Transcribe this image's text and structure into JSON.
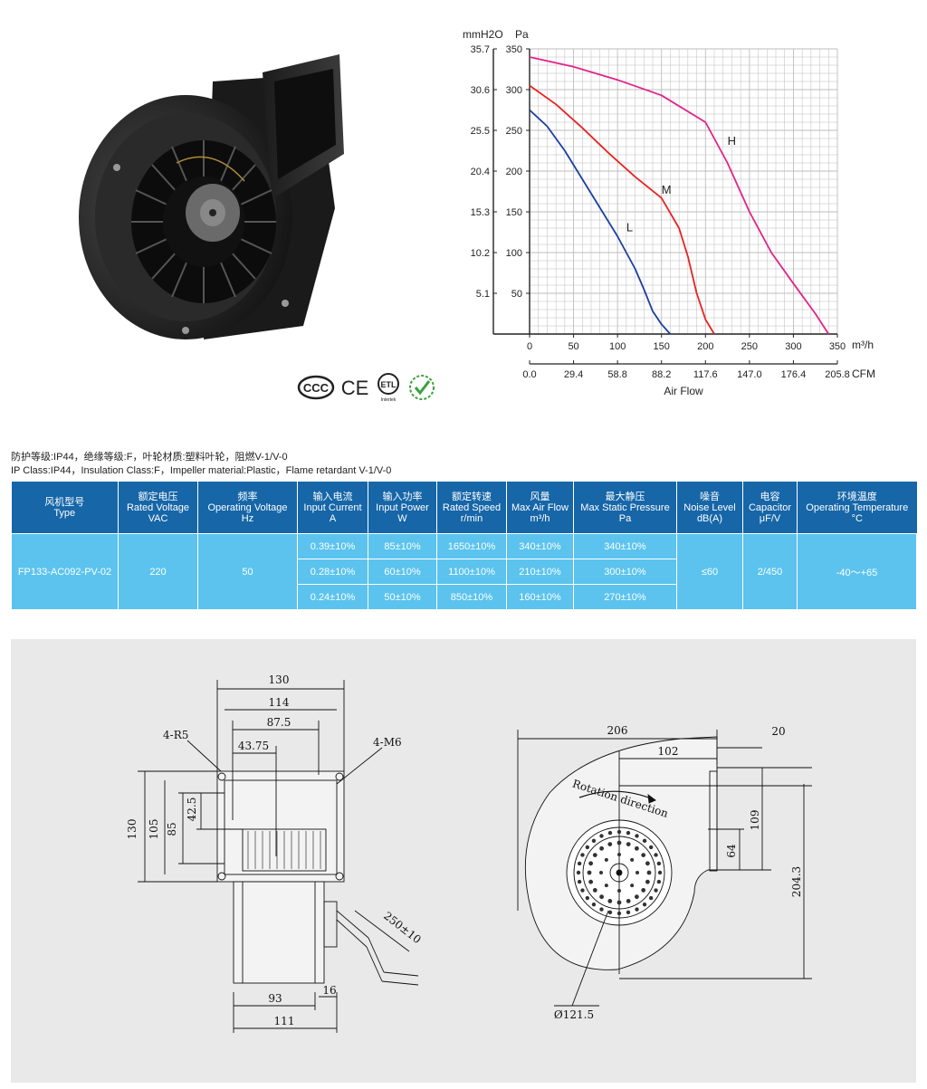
{
  "certifications": [
    "ccc-mark",
    "ce-mark",
    "etl-mark",
    "eco-check-mark"
  ],
  "certification_text": {
    "ce": "CE",
    "etl": "ETL",
    "etl_sub": "Intertek"
  },
  "chart_data": {
    "type": "line",
    "x": [
      0,
      25,
      50,
      75,
      100,
      125,
      150,
      175,
      200,
      225,
      250,
      275,
      300,
      325,
      340
    ],
    "series": [
      {
        "name": "H",
        "x": [
          0,
          50,
          100,
          150,
          200,
          225,
          250,
          275,
          300,
          325,
          340
        ],
        "values": [
          340,
          328,
          312,
          293,
          260,
          210,
          150,
          100,
          62,
          25,
          0
        ],
        "color": "#e0248a"
      },
      {
        "name": "M",
        "x": [
          0,
          30,
          60,
          90,
          120,
          150,
          170,
          180,
          190,
          200,
          210
        ],
        "values": [
          305,
          282,
          253,
          222,
          193,
          167,
          130,
          95,
          50,
          18,
          0
        ],
        "color": "#e8231f"
      },
      {
        "name": "L",
        "x": [
          0,
          20,
          40,
          60,
          80,
          100,
          120,
          130,
          140,
          150,
          160
        ],
        "values": [
          275,
          255,
          225,
          190,
          155,
          120,
          80,
          55,
          28,
          12,
          0
        ],
        "color": "#1b3fa0"
      }
    ],
    "y_left_unit": "mmH2O",
    "y_left_ticks": [
      "5.1",
      "10.2",
      "15.3",
      "20.4",
      "25.5",
      "30.6",
      "35.7"
    ],
    "y_right_unit": "Pa",
    "y_right_ticks": [
      "50",
      "100",
      "150",
      "200",
      "250",
      "300",
      "350"
    ],
    "x_unit": "m³/h",
    "x_ticks": [
      "0",
      "50",
      "100",
      "150",
      "200",
      "250",
      "300",
      "350"
    ],
    "x2_unit": "CFM",
    "x2_ticks": [
      "0.0",
      "29.4",
      "58.8",
      "88.2",
      "117.6",
      "147.0",
      "176.4",
      "205.8"
    ],
    "xlabel": "Air Flow",
    "xlim": [
      0,
      350
    ],
    "ylim": [
      0,
      350
    ],
    "grid": true
  },
  "notes": {
    "line_cn": "防护等级:IP44，绝缘等级:F，叶轮材质:塑料叶轮，阻燃V-1/V-0",
    "line_en": "IP Class:IP44，Insulation Class:F，Impeller material:Plastic，Flame retardant V-1/V-0"
  },
  "table": {
    "headers": [
      {
        "cn": "风机型号",
        "en": "Type",
        "unit": ""
      },
      {
        "cn": "额定电压",
        "en": "Rated Voltage",
        "unit": "VAC"
      },
      {
        "cn": "频率",
        "en": "Operating Voltage",
        "unit": "Hz"
      },
      {
        "cn": "输入电流",
        "en": "Input Current",
        "unit": "A"
      },
      {
        "cn": "输入功率",
        "en": "Input Power",
        "unit": "W"
      },
      {
        "cn": "额定转速",
        "en": "Rated Speed",
        "unit": "r/min"
      },
      {
        "cn": "风量",
        "en": "Max Air Flow",
        "unit": "m³/h"
      },
      {
        "cn": "最大静压",
        "en": "Max Static Pressure",
        "unit": "Pa"
      },
      {
        "cn": "噪音",
        "en": "Noise Level",
        "unit": "dB(A)"
      },
      {
        "cn": "电容",
        "en": "Capacitor",
        "unit": "μF/V"
      },
      {
        "cn": "环境温度",
        "en": "Operating Temperature",
        "unit": "°C"
      }
    ],
    "type": "FP133-AC092-PV-02",
    "voltage": "220",
    "frequency": "50",
    "rows": [
      {
        "current": "0.39±10%",
        "power": "85±10%",
        "speed": "1650±10%",
        "airflow": "340±10%",
        "pressure": "340±10%"
      },
      {
        "current": "0.28±10%",
        "power": "60±10%",
        "speed": "1100±10%",
        "airflow": "210±10%",
        "pressure": "300±10%"
      },
      {
        "current": "0.24±10%",
        "power": "50±10%",
        "speed": "850±10%",
        "airflow": "160±10%",
        "pressure": "270±10%"
      }
    ],
    "noise": "≤60",
    "capacitor": "2/450",
    "temperature": "-40～+65"
  },
  "drawing": {
    "front": {
      "d130": "130",
      "d114": "114",
      "d87_5": "87.5",
      "d43_75": "43.75",
      "r5": "4-R5",
      "m6": "4-M6",
      "v130": "130",
      "v105": "105",
      "v85": "85",
      "v42_5": "42.5",
      "cable": "250±10",
      "d16": "16",
      "d93": "93",
      "d111": "111"
    },
    "side": {
      "d206": "206",
      "d102": "102",
      "d20": "20",
      "v109": "109",
      "v64": "64",
      "v204_3": "204.3",
      "rotation": "Rotation direction",
      "dia": "Ø121.5"
    }
  }
}
